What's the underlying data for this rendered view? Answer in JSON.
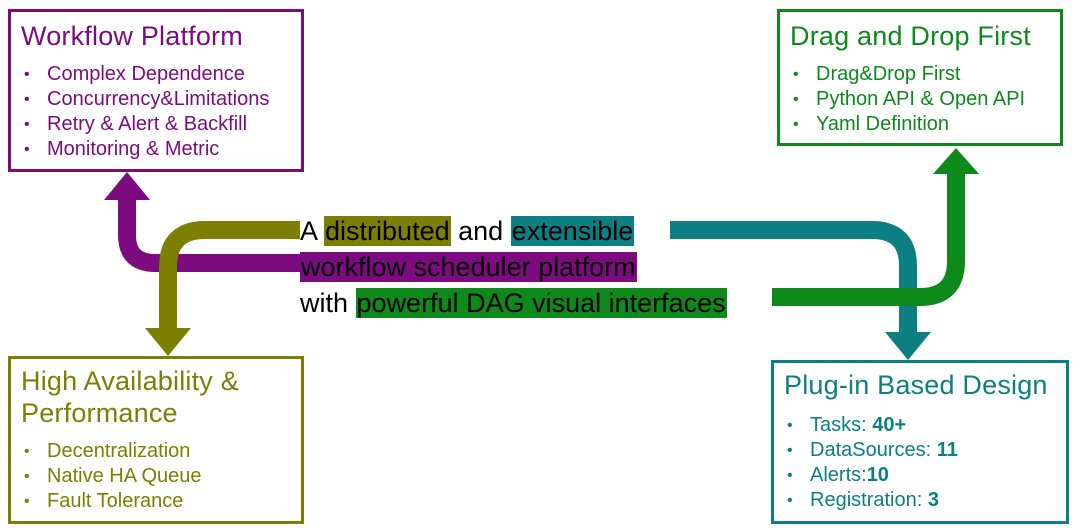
{
  "colors": {
    "purple": "#7b0b7f",
    "green": "#0d8a1a",
    "olive": "#7d7f02",
    "teal": "#0c7f82"
  },
  "workflow_platform": {
    "title": "Workflow Platform",
    "items": [
      "Complex Dependence",
      "Concurrency&Limitations",
      "Retry & Alert & Backfill",
      "Monitoring & Metric"
    ]
  },
  "drag_and_drop": {
    "title": "Drag and Drop First",
    "items": [
      "Drag&Drop First",
      "Python API & Open API",
      "Yaml Definition"
    ]
  },
  "high_availability": {
    "title_line1": "High Availability &",
    "title_line2": "Performance",
    "items": [
      "Decentralization",
      "Native HA Queue",
      "Fault Tolerance"
    ]
  },
  "plugin_design": {
    "title": "Plug-in Based Design",
    "items": [
      {
        "label": "Tasks: ",
        "value": "40+"
      },
      {
        "label": "DataSources: ",
        "value": "11"
      },
      {
        "label": "Alerts:",
        "value": "10"
      },
      {
        "label": "Registration: ",
        "value": "3"
      }
    ]
  },
  "center": {
    "a": "A ",
    "distributed": "distributed",
    "and": " and ",
    "extensible": "extensible",
    "line2": "workflow scheduler platform",
    "with": "with ",
    "line3_hl": "powerful DAG visual interfaces"
  }
}
